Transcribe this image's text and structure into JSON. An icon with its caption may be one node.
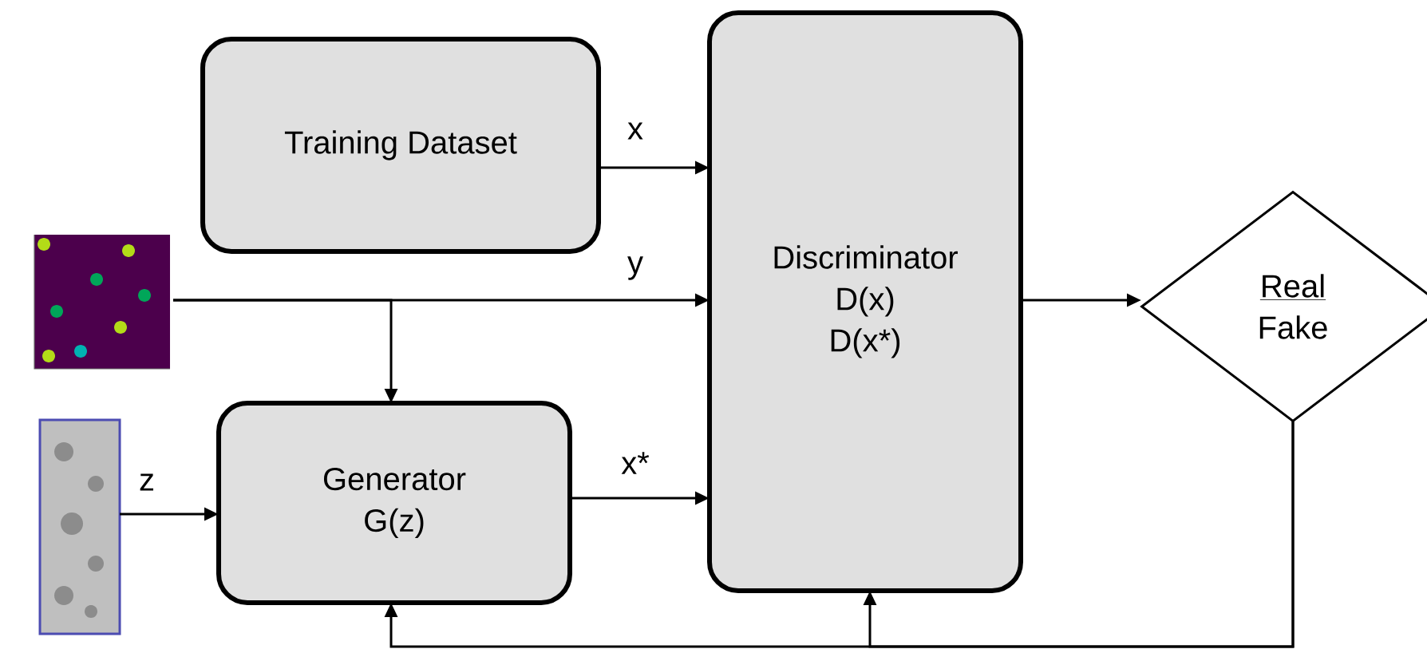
{
  "diagram": {
    "nodes": [
      {
        "text": [
          "Training Dataset"
        ]
      },
      {
        "text": [
          "Discriminator",
          "D(x)",
          "D(x*)"
        ]
      },
      {
        "text": [],
        "shape": "picture"
      },
      {
        "text": [
          "Generator",
          "G(z)"
        ]
      },
      {
        "text": [],
        "shape": "picture"
      },
      {
        "text": [
          "Real",
          "Fake"
        ]
      }
    ],
    "edges": [
      {
        "from": 0,
        "to": 1,
        "arrow": "to",
        "label": "x"
      },
      {
        "from": 2,
        "to": 1,
        "arrow": "to",
        "label": "y"
      },
      {
        "from": 2,
        "to": 3,
        "arrow": "to"
      },
      {
        "from": 4,
        "to": 3,
        "arrow": "to",
        "label": "z"
      },
      {
        "from": 3,
        "to": 1,
        "arrow": "to",
        "label": "x*"
      },
      {
        "from": 1,
        "to": 5,
        "arrow": "to"
      },
      {
        "from": 5,
        "to": 3,
        "arrow": "to"
      },
      {
        "from": 5,
        "to": 1,
        "arrow": "to"
      }
    ]
  }
}
